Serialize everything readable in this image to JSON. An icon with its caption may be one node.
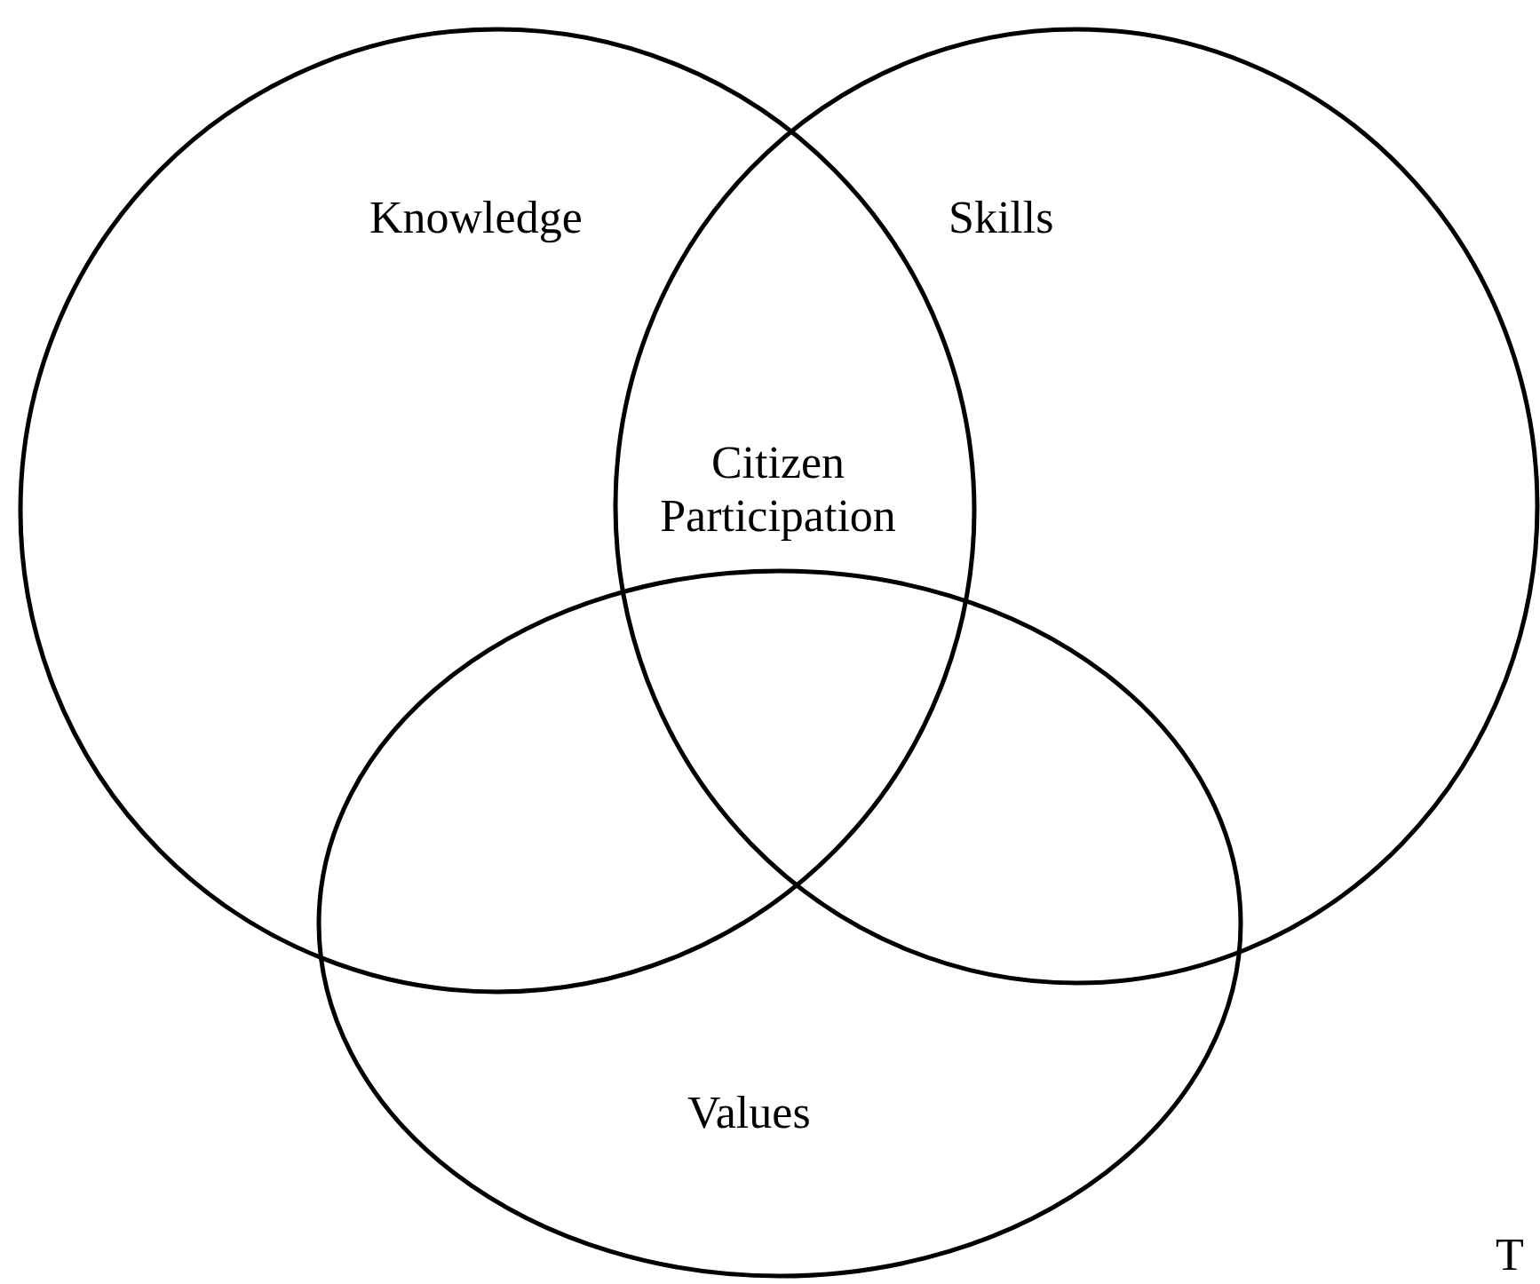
{
  "diagram": {
    "nodes": [
      {
        "text": [
          "Knowledge"
        ]
      },
      {
        "text": [
          "Skills"
        ]
      },
      {
        "text": [
          "Values"
        ]
      }
    ],
    "labels": [
      "Citizen Participation",
      "T"
    ]
  }
}
